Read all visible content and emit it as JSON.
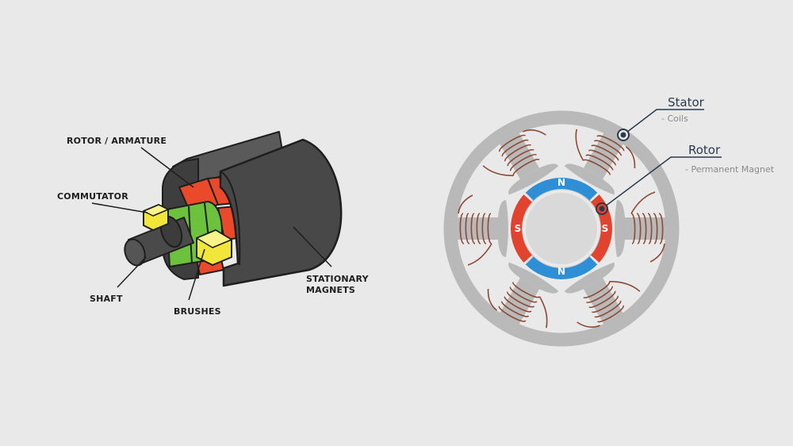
{
  "left_diagram": {
    "labels": {
      "rotor": "ROTOR / ARMATURE",
      "commutator": "COMMUTATOR",
      "shaft": "SHAFT",
      "brushes": "BRUSHES",
      "magnets_line1": "STATIONARY",
      "magnets_line2": "MAGNETS"
    }
  },
  "right_diagram": {
    "stator": {
      "title": "Stator",
      "sub": "- Coils"
    },
    "rotor": {
      "title": "Rotor",
      "sub": "- Permanent Magnet"
    },
    "poles": {
      "north": "N",
      "south": "S"
    }
  },
  "colors": {
    "background": "#e9e9e9",
    "stator_gray": "#b9b9b9",
    "coil_copper": "#8c4a33",
    "magnet_red": "#e2432e",
    "magnet_blue": "#2f8fd6",
    "armature_red": "#ea4a2a",
    "commutator_green": "#6cc23c",
    "brush_yellow": "#f1e63a",
    "housing_dark": "#4a4a4a",
    "callout_navy": "#2a3a4c"
  }
}
